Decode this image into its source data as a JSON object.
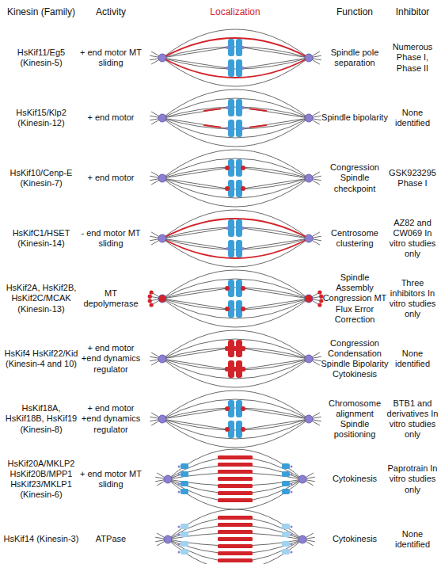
{
  "diagram": {
    "labels": [
      "Kinesin (Family)",
      "Activity",
      "Localization",
      "Function",
      "Inhibitor",
      "HsKif11/Eg5 (Kinesin-5)",
      "+ end motor MT sliding",
      "Spindle pole separation",
      "Numerous Phase I, Phase II",
      "HsKif15/Klp2 (Kinesin-12)",
      "+ end motor",
      "Spindle bipolarity",
      "None identified",
      "HsKif10/Cenp-E (Kinesin-7)",
      "+ end motor",
      "Congression Spindle checkpoint",
      "GSK923295 Phase I",
      "HsKifC1/HSET (Kinesin-14)",
      "- end motor MT sliding",
      "Centrosome clustering",
      "AZ82 and CW069 In vitro studies only",
      "HsKif2A, HsKif2B, HsKif2C/MCAK (Kinesin-13)",
      "MT depolymerase",
      "Spindle Assembly Congression MT Flux Error Correction",
      "Three inhibitors In vitro studies only",
      "HsKif4 HsKif22/Kid (Kinesin-4 and 10)",
      "+ end motor +end dynamics regulator",
      "Congression Condensation Spindle Bipolarity Cytokinesis",
      "None identified",
      "HsKif18A, HsKif18B, HsKif19 (Kinesin-8)",
      "+ end motor +end dynamics regulator",
      "Chromosome alignment Spindle positioning",
      "BTB1 and derivatives In vitro studies only",
      "HsKif20A/MKLP2 HsKif20B/MPP1 HsKif23/MKLP1 (Kinesin-6)",
      "+ end motor MT sliding",
      "Cytokinesis",
      "Paprotrain In vitro studies only",
      "HsKif14 (Kinesin-3)",
      "ATPase",
      "Cytokinesis",
      "None identified"
    ]
  }
}
